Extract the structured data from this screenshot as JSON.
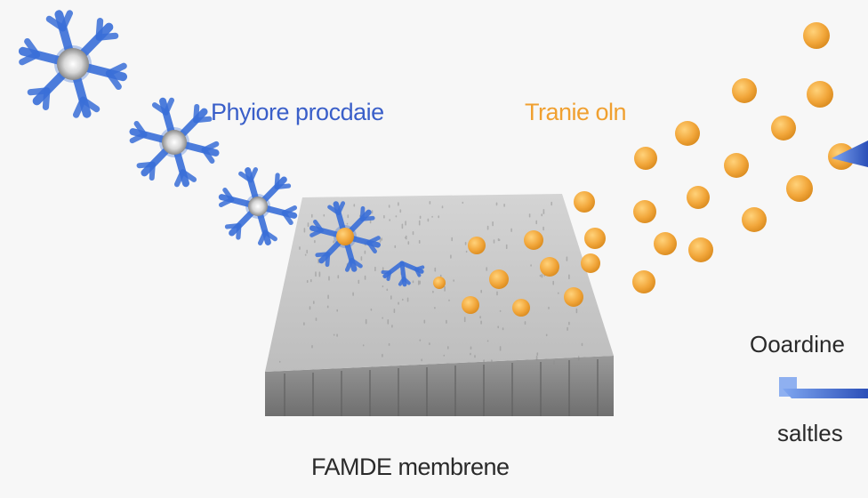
{
  "labels": {
    "left": "Phyiore procdaie",
    "right": "Tranie oln",
    "side_top": "Ooardine",
    "side_bottom": "saltles",
    "membrane": "FAMDE membrene"
  },
  "colors": {
    "background": "#f7f7f7",
    "blue": "#3a6fd8",
    "blue_label": "#3a5fc9",
    "orange": "#f2a73b",
    "orange_label": "#f0a030",
    "membrane_top": "#c9c9c9",
    "membrane_side": "#8a8a8a",
    "text_dark": "#2a2a2a"
  },
  "icons": {
    "snowflake_molecules": "snowflake-molecule-icon",
    "orange_particles": "orange-particle-icon",
    "arrow": "arrow-icon"
  }
}
